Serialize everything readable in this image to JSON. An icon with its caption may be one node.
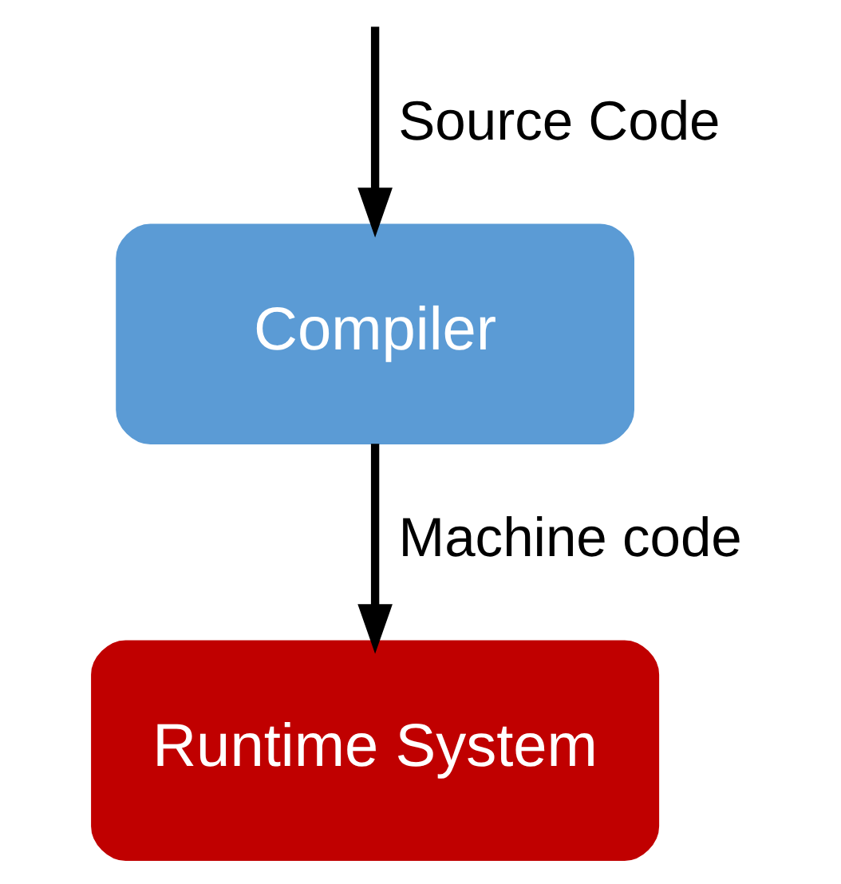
{
  "diagram": {
    "nodes": [
      {
        "text": [
          "Compiler"
        ]
      },
      {
        "text": [
          "Runtime System"
        ]
      }
    ],
    "edges": [
      {
        "from": null,
        "to": 0,
        "arrow": "to",
        "label": "Source Code"
      },
      {
        "from": 0,
        "to": 1,
        "arrow": "to",
        "label": "Machine code"
      }
    ]
  }
}
